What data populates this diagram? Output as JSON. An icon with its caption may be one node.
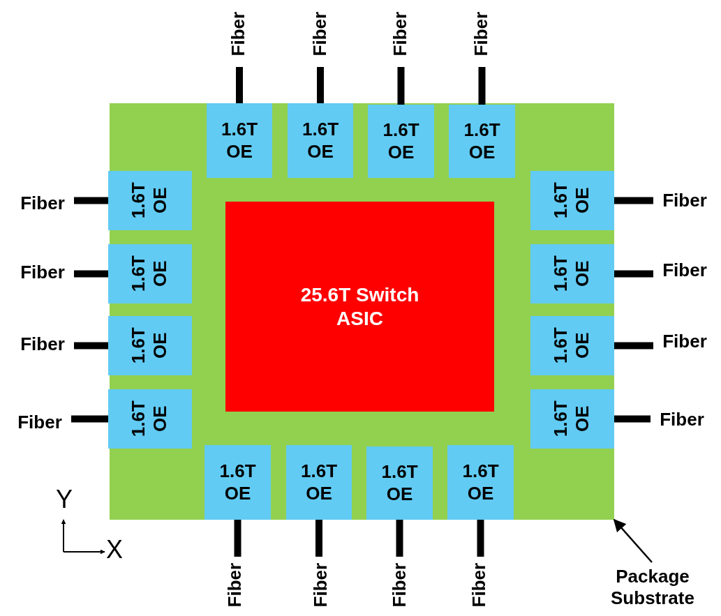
{
  "diagram": {
    "nodes": [
      {
        "text": [],
        "shape": "box"
      },
      {
        "text": [
          "25.6T Switch ASIC"
        ],
        "in": 0
      },
      {
        "text": [
          "1.6T OE"
        ],
        "in": 0
      },
      {
        "text": [
          "1.6T OE"
        ],
        "in": 0
      },
      {
        "text": [
          "1.6T OE"
        ],
        "in": 0
      },
      {
        "text": [
          "1.6T OE"
        ],
        "in": 0
      },
      {
        "text": [
          "1.6T OE"
        ],
        "in": 0
      },
      {
        "text": [
          "1.6T OE"
        ],
        "in": 0
      },
      {
        "text": [
          "1.6T OE"
        ],
        "in": 0
      },
      {
        "text": [
          "1.6T OE"
        ],
        "in": 0
      },
      {
        "text": [
          "1.6T OE"
        ],
        "in": 0
      },
      {
        "text": [
          "1.6T OE"
        ],
        "in": 0
      },
      {
        "text": [
          "1.6T OE"
        ],
        "in": 0
      },
      {
        "text": [
          "1.6T OE"
        ],
        "in": 0
      },
      {
        "text": [
          "1.6T OE"
        ],
        "in": 0
      },
      {
        "text": [
          "1.6T OE"
        ],
        "in": 0
      },
      {
        "text": [
          "1.6T OE"
        ],
        "in": 0
      },
      {
        "text": [
          "1.6T OE"
        ],
        "in": 0
      },
      {
        "text": [
          "Fiber"
        ]
      },
      {
        "text": [
          "Fiber"
        ]
      },
      {
        "text": [
          "Fiber"
        ]
      },
      {
        "text": [
          "Fiber"
        ]
      },
      {
        "text": [
          "Fiber"
        ]
      },
      {
        "text": [
          "Fiber"
        ]
      },
      {
        "text": [
          "Fiber"
        ]
      },
      {
        "text": [
          "Fiber"
        ]
      },
      {
        "text": [
          "Fiber"
        ]
      },
      {
        "text": [
          "Fiber"
        ]
      },
      {
        "text": [
          "Fiber"
        ]
      },
      {
        "text": [
          "Fiber"
        ]
      },
      {
        "text": [
          "Fiber"
        ]
      },
      {
        "text": [
          "Fiber"
        ]
      },
      {
        "text": [
          "Fiber"
        ]
      },
      {
        "text": [
          "Fiber"
        ]
      },
      {
        "text": [
          "Package Substrate"
        ]
      }
    ],
    "edges": [
      {
        "from": 2,
        "to": 18,
        "arrow": "none"
      },
      {
        "from": 3,
        "to": 19,
        "arrow": "none"
      },
      {
        "from": 4,
        "to": 20,
        "arrow": "none"
      },
      {
        "from": 5,
        "to": 21,
        "arrow": "none"
      },
      {
        "from": 6,
        "to": 22,
        "arrow": "none"
      },
      {
        "from": 7,
        "to": 23,
        "arrow": "none"
      },
      {
        "from": 8,
        "to": 24,
        "arrow": "none"
      },
      {
        "from": 9,
        "to": 25,
        "arrow": "none"
      },
      {
        "from": 10,
        "to": 26,
        "arrow": "none"
      },
      {
        "from": 11,
        "to": 27,
        "arrow": "none"
      },
      {
        "from": 12,
        "to": 28,
        "arrow": "none"
      },
      {
        "from": 13,
        "to": 29,
        "arrow": "none"
      },
      {
        "from": 14,
        "to": 30,
        "arrow": "none"
      },
      {
        "from": 15,
        "to": 31,
        "arrow": "none"
      },
      {
        "from": 16,
        "to": 32,
        "arrow": "none"
      },
      {
        "from": 17,
        "to": 33,
        "arrow": "none"
      },
      {
        "from": 34,
        "to": 0,
        "arrow": "to"
      }
    ],
    "labels": [
      "Y",
      "X"
    ]
  }
}
